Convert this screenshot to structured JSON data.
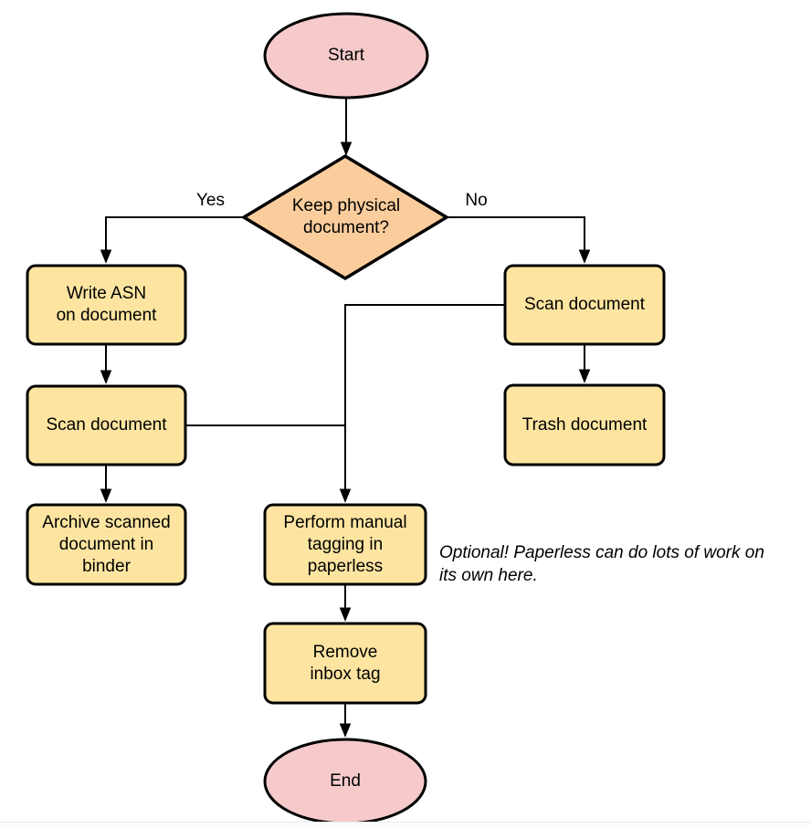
{
  "flowchart": {
    "nodes": {
      "start": {
        "label": "Start",
        "type": "terminal"
      },
      "decision": {
        "label": "Keep physical\ndocument?",
        "type": "decision"
      },
      "write_asn": {
        "label": "Write ASN\non document",
        "type": "process"
      },
      "scan_left": {
        "label": "Scan document",
        "type": "process"
      },
      "archive": {
        "label": "Archive scanned\ndocument in\nbinder",
        "type": "process"
      },
      "scan_right": {
        "label": "Scan document",
        "type": "process"
      },
      "trash": {
        "label": "Trash document",
        "type": "process"
      },
      "tagging": {
        "label": "Perform manual\ntagging in\npaperless",
        "type": "process"
      },
      "remove_inbox": {
        "label": "Remove\ninbox tag",
        "type": "process"
      },
      "end": {
        "label": "End",
        "type": "terminal"
      }
    },
    "edge_labels": {
      "yes": "Yes",
      "no": "No"
    },
    "annotation": "Optional! Paperless can do lots of work on\nits own here.",
    "colors": {
      "terminal_fill": "#f6caca",
      "decision_fill": "#fbcd9d",
      "process_fill": "#fde5a1",
      "stroke": "#000000",
      "connector": "#000000"
    }
  }
}
